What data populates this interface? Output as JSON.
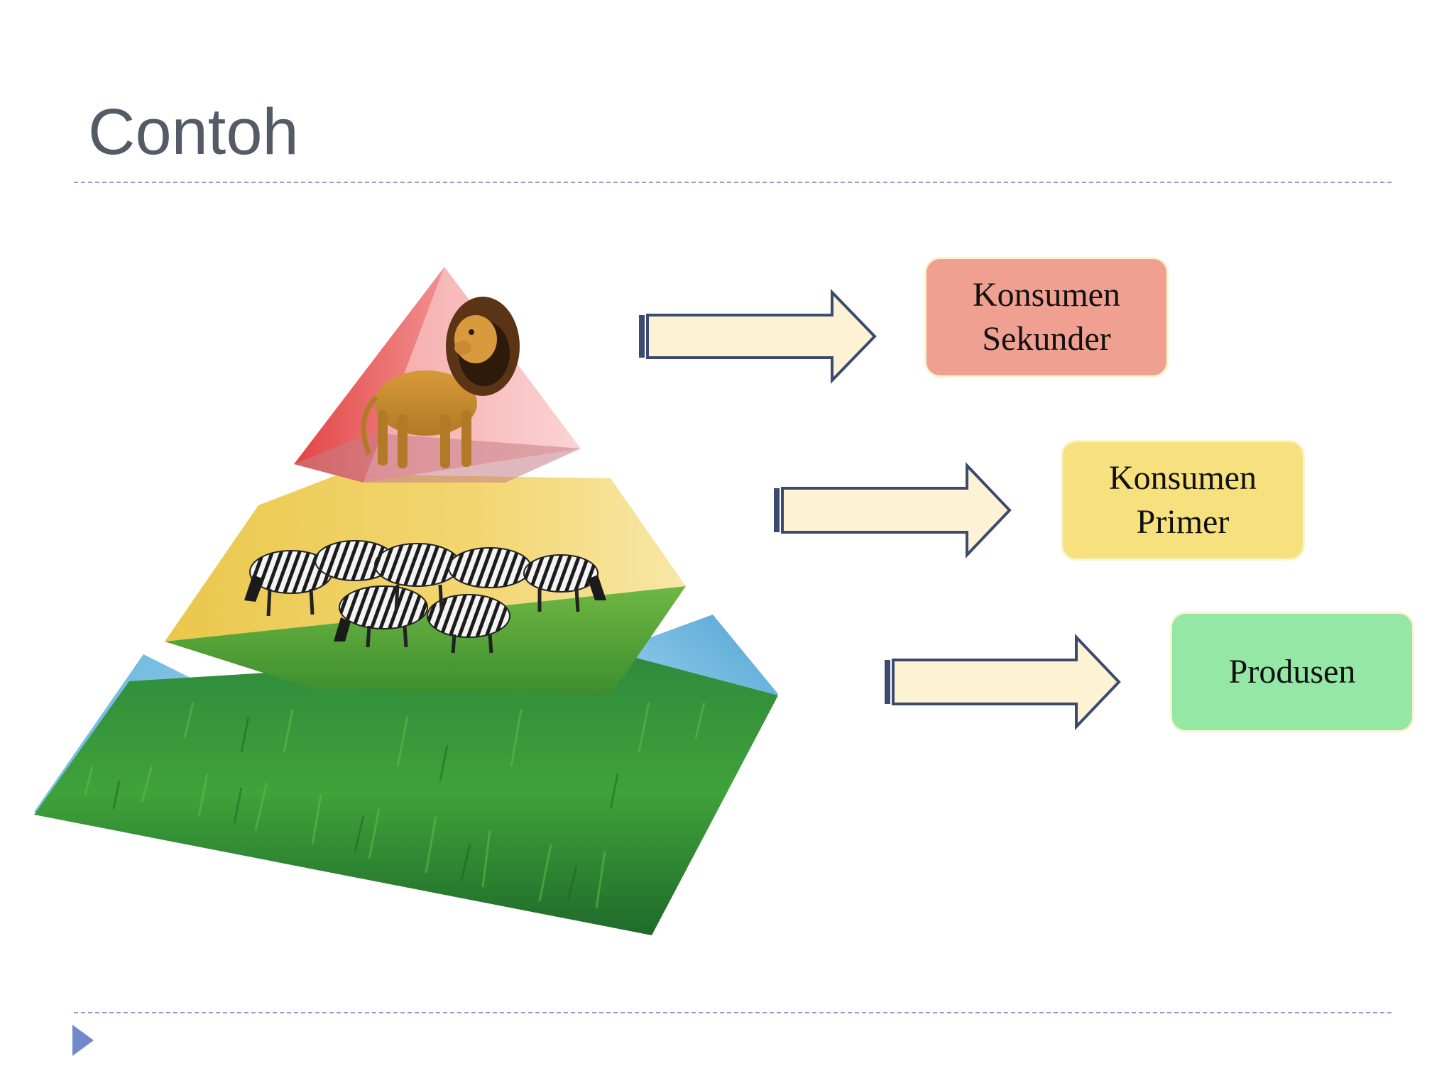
{
  "slide": {
    "title": "Contoh"
  },
  "diagram": {
    "type": "trophic-pyramid",
    "levels": [
      {
        "id": "secondary",
        "label": "Konsumen\nSekunder",
        "organism_icon": "lion-icon",
        "color": "#f0a090",
        "tier_color": "#e04848"
      },
      {
        "id": "primary",
        "label": "Konsumen\nPrimer",
        "organism_icon": "zebra-herd-icon",
        "color": "#f7e07e",
        "tier_color": "#e8c850"
      },
      {
        "id": "producer",
        "label": "Produsen",
        "organism_icon": "grass-icon",
        "color": "#94e7a5",
        "tier_color": "#3c9a3a"
      }
    ],
    "arrow_fill": "#fdf3d4",
    "arrow_stroke": "#3b4a6e"
  },
  "colors": {
    "title": "#545b66",
    "rule": "#8a9ccb",
    "bullet": "#6f89cb"
  }
}
